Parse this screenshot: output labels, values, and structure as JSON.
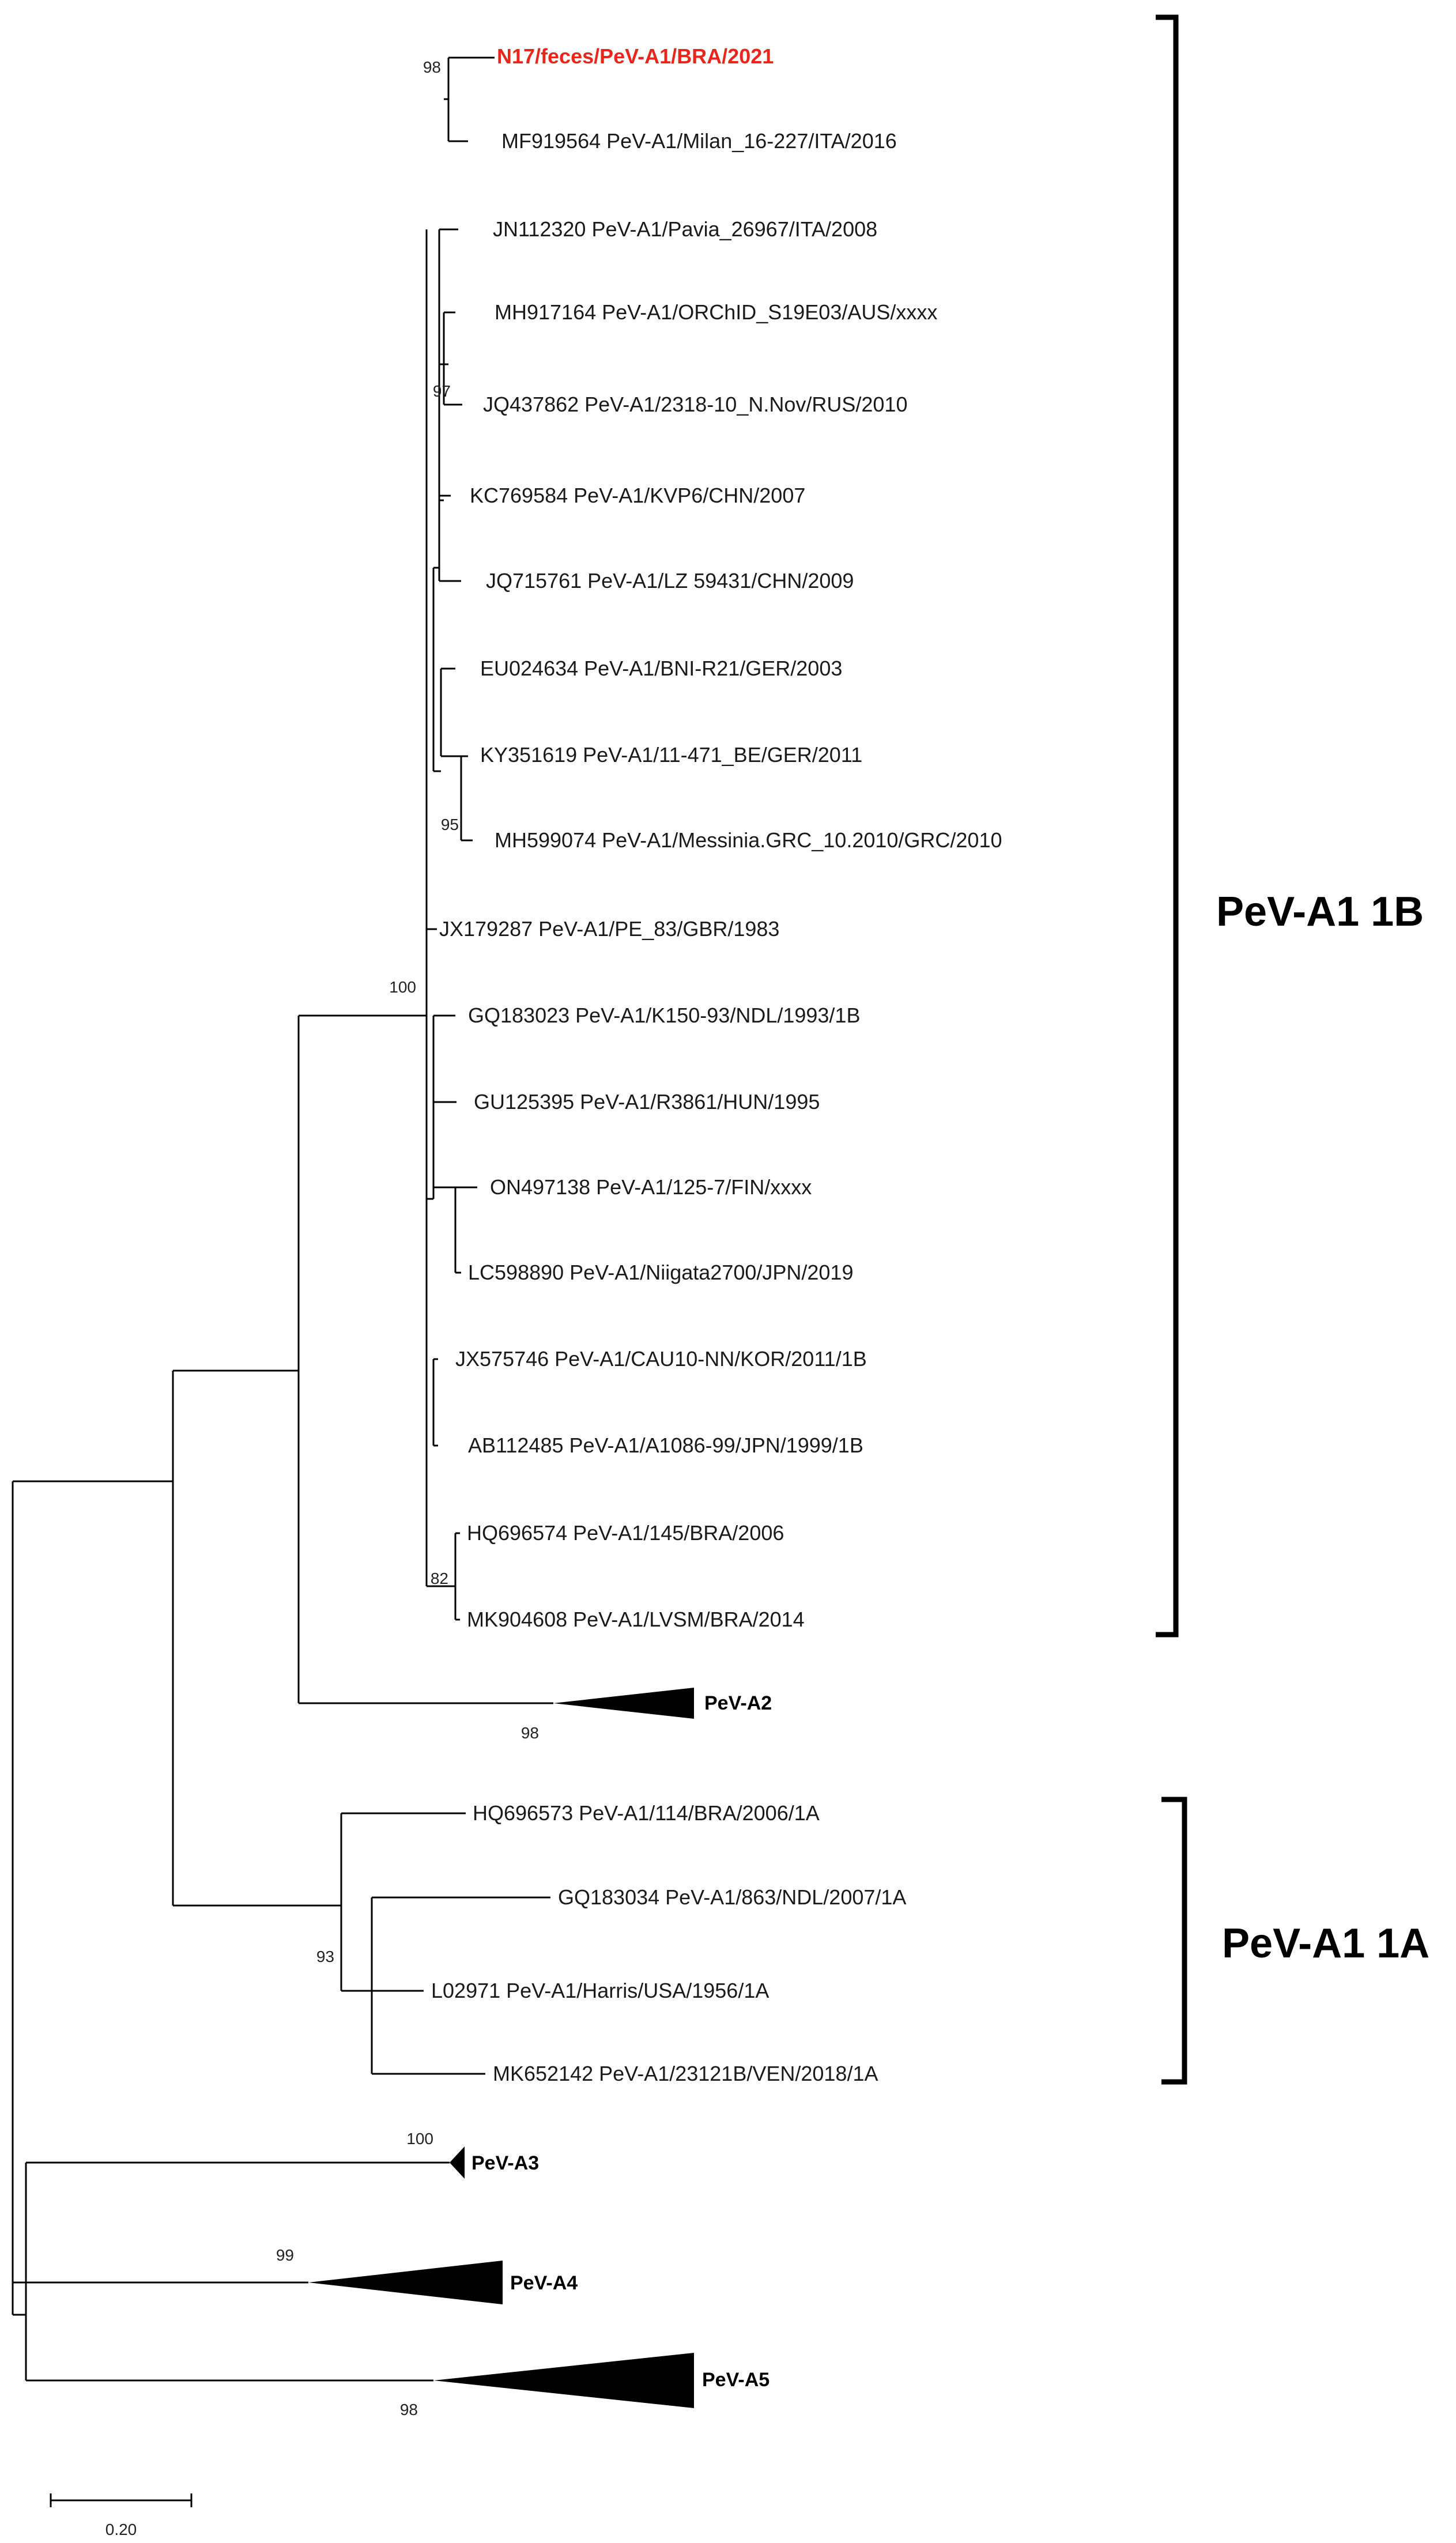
{
  "colors": {
    "line": "#000000",
    "text": "#1a1a1a",
    "highlight": "#e8261c"
  },
  "taxa_1b": [
    {
      "id": "t1",
      "label": "N17/feces/PeV-A1/BRA/2021",
      "highlight": true
    },
    {
      "id": "t2",
      "label": "MF919564 PeV-A1/Milan_16-227/ITA/2016"
    },
    {
      "id": "t3",
      "label": "JN112320 PeV-A1/Pavia_26967/ITA/2008"
    },
    {
      "id": "t4",
      "label": "MH917164 PeV-A1/ORChID_S19E03/AUS/xxxx"
    },
    {
      "id": "t5",
      "label": "JQ437862 PeV-A1/2318-10_N.Nov/RUS/2010"
    },
    {
      "id": "t6",
      "label": "KC769584 PeV-A1/KVP6/CHN/2007"
    },
    {
      "id": "t7",
      "label": "JQ715761 PeV-A1/LZ 59431/CHN/2009"
    },
    {
      "id": "t8",
      "label": "EU024634 PeV-A1/BNI-R21/GER/2003"
    },
    {
      "id": "t9",
      "label": "KY351619 PeV-A1/11-471_BE/GER/2011"
    },
    {
      "id": "t10",
      "label": "MH599074 PeV-A1/Messinia.GRC_10.2010/GRC/2010"
    },
    {
      "id": "t11",
      "label": "JX179287 PeV-A1/PE_83/GBR/1983"
    },
    {
      "id": "t12",
      "label": "GQ183023 PeV-A1/K150-93/NDL/1993/1B"
    },
    {
      "id": "t13",
      "label": "GU125395 PeV-A1/R3861/HUN/1995"
    },
    {
      "id": "t14",
      "label": "ON497138 PeV-A1/125-7/FIN/xxxx"
    },
    {
      "id": "t15",
      "label": "LC598890 PeV-A1/Niigata2700/JPN/2019"
    },
    {
      "id": "t16",
      "label": "JX575746 PeV-A1/CAU10-NN/KOR/2011/1B"
    },
    {
      "id": "t17",
      "label": "AB112485 PeV-A1/A1086-99/JPN/1999/1B"
    },
    {
      "id": "t18",
      "label": "HQ696574 PeV-A1/145/BRA/2006"
    },
    {
      "id": "t19",
      "label": "MK904608 PeV-A1/LVSM/BRA/2014"
    }
  ],
  "taxa_1a": [
    {
      "id": "a1",
      "label": "HQ696573 PeV-A1/114/BRA/2006/1A"
    },
    {
      "id": "a2",
      "label": "GQ183034 PeV-A1/863/NDL/2007/1A"
    },
    {
      "id": "a3",
      "label": "L02971 PeV-A1/Harris/USA/1956/1A"
    },
    {
      "id": "a4",
      "label": "MK652142 PeV-A1/23121B/VEN/2018/1A"
    }
  ],
  "collapsed_clades": [
    {
      "id": "c2",
      "label": "PeV-A2"
    },
    {
      "id": "c3",
      "label": "PeV-A3"
    },
    {
      "id": "c4",
      "label": "PeV-A4"
    },
    {
      "id": "c5",
      "label": "PeV-A5"
    }
  ],
  "bootstrap": {
    "n17_milan": "98",
    "mh_jq": "97",
    "ky_mh": "95",
    "pev_a1_1b": "100",
    "hq_mk": "82",
    "pev_a2": "98",
    "pev_a1_1a": "93",
    "pev_a3": "100",
    "pev_a4": "99",
    "pev_a5": "98"
  },
  "groups": {
    "group_1b": "PeV-A1 1B",
    "group_1a": "PeV-A1 1A"
  },
  "scale": {
    "label": "0.20"
  }
}
